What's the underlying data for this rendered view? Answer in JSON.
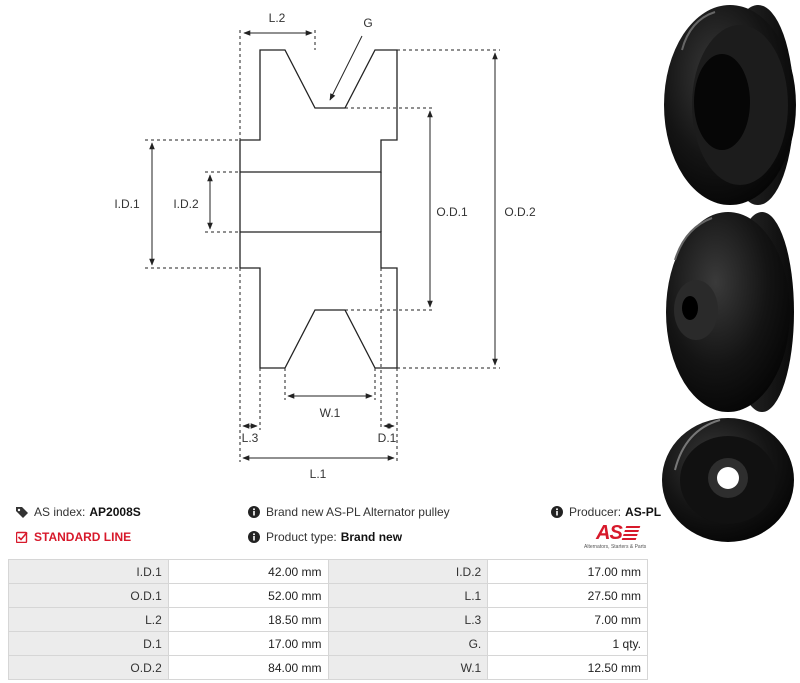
{
  "diagram": {
    "labels": {
      "l2": "L.2",
      "g": "G",
      "id1": "I.D.1",
      "id2": "I.D.2",
      "od1": "O.D.1",
      "od2": "O.D.2",
      "w1": "W.1",
      "l3": "L.3",
      "d1": "D.1",
      "l1": "L.1"
    }
  },
  "product": {
    "index_label": "AS index:",
    "index_value": "AP2008S",
    "line_label": "STANDARD LINE",
    "description": "Brand new AS-PL Alternator pulley",
    "type_label": "Product type:",
    "type_value": "Brand new",
    "producer_label": "Producer:",
    "producer_value": "AS-PL"
  },
  "logo": {
    "text": "AS",
    "tagline": "Alternators, Starters & Parts"
  },
  "specs": [
    [
      {
        "label": "I.D.1",
        "value": "42.00 mm"
      },
      {
        "label": "I.D.2",
        "value": "17.00 mm"
      }
    ],
    [
      {
        "label": "O.D.1",
        "value": "52.00 mm"
      },
      {
        "label": "L.1",
        "value": "27.50 mm"
      }
    ],
    [
      {
        "label": "L.2",
        "value": "18.50 mm"
      },
      {
        "label": "L.3",
        "value": "7.00 mm"
      }
    ],
    [
      {
        "label": "D.1",
        "value": "17.00 mm"
      },
      {
        "label": "G.",
        "value": "1 qty."
      }
    ],
    [
      {
        "label": "O.D.2",
        "value": "84.00 mm"
      },
      {
        "label": "W.1",
        "value": "12.50 mm"
      }
    ]
  ],
  "colors": {
    "accent_red": "#d7192b",
    "label_bg": "#ececec",
    "border": "#d6d6d6"
  }
}
